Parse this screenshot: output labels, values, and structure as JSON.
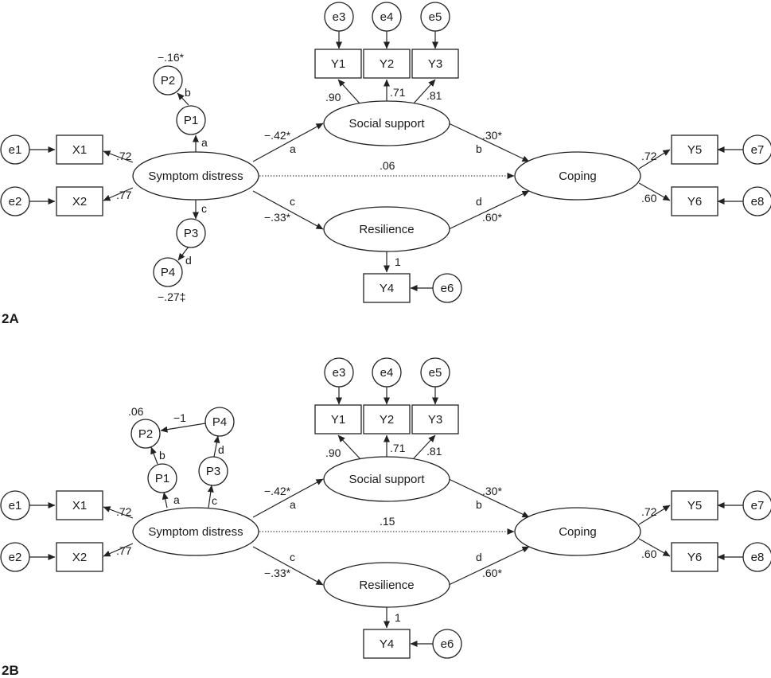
{
  "panels": [
    {
      "id": "2A",
      "label": "2A",
      "nodes": {
        "e1": "e1",
        "e2": "e2",
        "e3": "e3",
        "e4": "e4",
        "e5": "e5",
        "e6": "e6",
        "e7": "e7",
        "e8": "e8",
        "X1": "X1",
        "X2": "X2",
        "Y1": "Y1",
        "Y2": "Y2",
        "Y3": "Y3",
        "Y4": "Y4",
        "Y5": "Y5",
        "Y6": "Y6",
        "P1": "P1",
        "P2": "P2",
        "P3": "P3",
        "P4": "P4",
        "symptom": "Symptom distress",
        "social": "Social support",
        "resilience": "Resilience",
        "coping": "Coping"
      },
      "labels": {
        "p2_coef": "−.16*",
        "p4_coef": "−.27‡",
        "sym_p1": "a",
        "p1_p2": "b",
        "sym_p3": "c",
        "p3_p4": "d",
        "x1_load": ".72",
        "x2_load": ".77",
        "y1_load": ".90",
        "y2_load": ".71",
        "y3_load": ".81",
        "y4_load": "1",
        "y5_load": ".72",
        "y6_load": ".60",
        "sym_soc_coef": "−.42*",
        "sym_soc_path": "a",
        "sym_res_coef": "−.33*",
        "sym_res_path": "c",
        "soc_cop_coef": ".30*",
        "soc_cop_path": "b",
        "res_cop_coef": ".60*",
        "res_cop_path": "d",
        "direct": ".06"
      }
    },
    {
      "id": "2B",
      "label": "2B",
      "nodes": {
        "e1": "e1",
        "e2": "e2",
        "e3": "e3",
        "e4": "e4",
        "e5": "e5",
        "e6": "e6",
        "e7": "e7",
        "e8": "e8",
        "X1": "X1",
        "X2": "X2",
        "Y1": "Y1",
        "Y2": "Y2",
        "Y3": "Y3",
        "Y4": "Y4",
        "Y5": "Y5",
        "Y6": "Y6",
        "P1": "P1",
        "P2": "P2",
        "P3": "P3",
        "P4": "P4",
        "symptom": "Symptom distress",
        "social": "Social support",
        "resilience": "Resilience",
        "coping": "Coping"
      },
      "labels": {
        "p2_coef": ".06",
        "p4_p2_coef": "−1",
        "sym_p1": "a",
        "p1_p2": "b",
        "sym_p3": "c",
        "p3_p4": "d",
        "x1_load": ".72",
        "x2_load": ".77",
        "y1_load": ".90",
        "y2_load": ".71",
        "y3_load": ".81",
        "y4_load": "1",
        "y5_load": ".72",
        "y6_load": ".60",
        "sym_soc_coef": "−.42*",
        "sym_soc_path": "a",
        "sym_res_coef": "−.33*",
        "sym_res_path": "c",
        "soc_cop_coef": ".30*",
        "soc_cop_path": "b",
        "res_cop_coef": ".60*",
        "res_cop_path": "d",
        "direct": ".15"
      }
    }
  ]
}
